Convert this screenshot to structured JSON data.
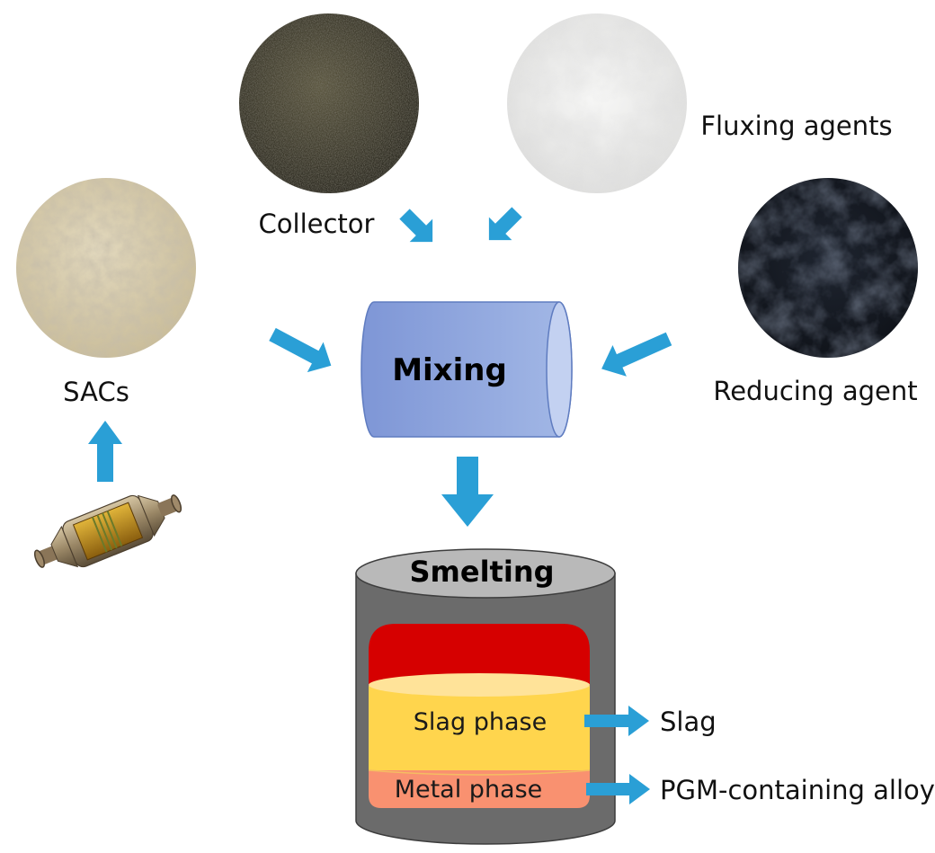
{
  "labels": {
    "collector": "Collector",
    "fluxing_agents": "Fluxing agents",
    "sacs": "SACs",
    "reducing_agent": "Reducing agent",
    "mixing": "Mixing",
    "smelting": "Smelting",
    "slag_phase": "Slag phase",
    "metal_phase": "Metal phase",
    "slag": "Slag",
    "alloy": "PGM-containing alloy"
  },
  "colors": {
    "arrow": "#2a9fd6",
    "mixer_body": "#8ea6dc",
    "furnace_shell": "#6b6b6b",
    "furnace_top": "#b9b9b9",
    "melt_top": "#d60000",
    "slag_layer": "#ffd54d",
    "metal_layer": "#f99170"
  }
}
